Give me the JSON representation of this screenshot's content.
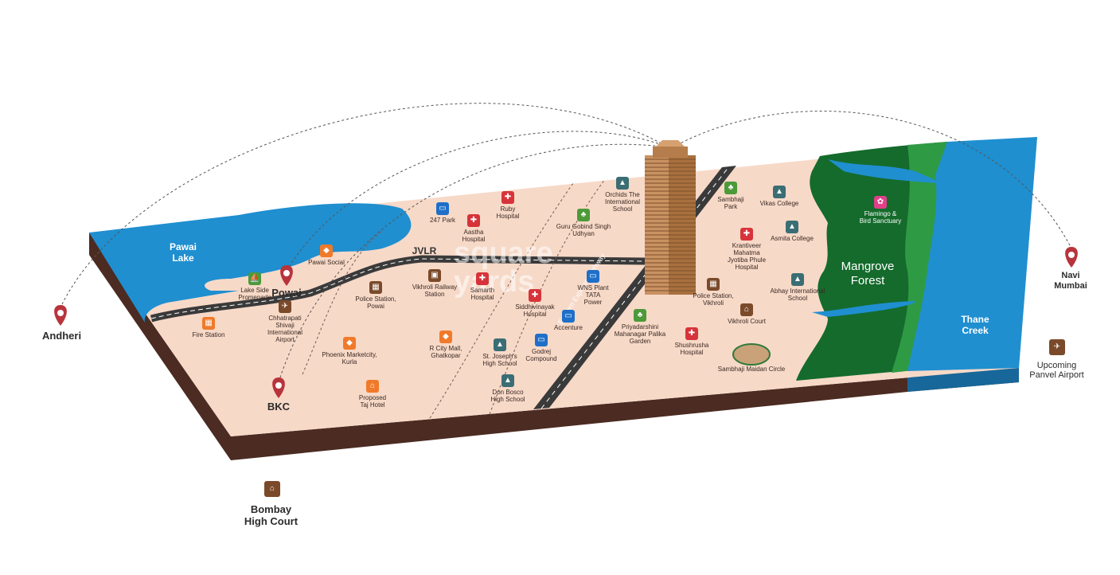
{
  "colors": {
    "land": "#f7d9c8",
    "land_side": "#4b2b22",
    "water": "#1f8fd0",
    "forest_dark": "#146b2c",
    "forest_light": "#2f9a44",
    "road": "#3a3a3a",
    "pin": "#b8343c",
    "icon_brown": "#7a4a2a",
    "icon_orange": "#f07a2a",
    "icon_red": "#d6343a",
    "icon_blue": "#1e6fc8",
    "icon_green": "#4c9a3a",
    "icon_teal": "#3a6e74"
  },
  "water_labels": {
    "pawai_lake": "Pawai\nLake",
    "thane_creek": "Thane\nCreek"
  },
  "forest_label": "Mangrove\nForest",
  "roads": {
    "jvlr": "JVLR",
    "eastern_express": "Eastern Express Highway"
  },
  "watermark": "square\nyards",
  "destinations": [
    {
      "id": "andheri",
      "label": "Andheri",
      "icon": "location-pin-icon"
    },
    {
      "id": "powai",
      "label": "Powai",
      "icon": "location-pin-icon"
    },
    {
      "id": "bkc",
      "label": "BKC",
      "icon": "location-pin-icon"
    },
    {
      "id": "navi-mumbai",
      "label": "Navi\nMumbai",
      "icon": "location-pin-icon"
    },
    {
      "id": "bombay-high-court",
      "label": "Bombay\nHigh Court",
      "icon": "court-icon"
    },
    {
      "id": "panvel-airport",
      "label": "Upcoming\nPanvel Airport",
      "icon": "airplane-icon"
    }
  ],
  "landmarks": [
    {
      "id": "pawai-social",
      "label": "Pawai Social",
      "icon": "shopping-bag-icon",
      "color": "orange"
    },
    {
      "id": "lake-side",
      "label": "Lake Side\nPromenade",
      "icon": "sailboat-icon",
      "color": "green"
    },
    {
      "id": "airport",
      "label": "Chhatrapati\nShivaji\nInternational\nAirport",
      "icon": "airplane-icon",
      "color": "brown"
    },
    {
      "id": "fire-station",
      "label": "Fire Station",
      "icon": "building-icon",
      "color": "orange"
    },
    {
      "id": "police-powai",
      "label": "Police Station,\nPowai",
      "icon": "building-icon",
      "color": "brown"
    },
    {
      "id": "phoenix",
      "label": "Phoenix Marketcity,\nKurla",
      "icon": "shopping-bag-icon",
      "color": "orange"
    },
    {
      "id": "taj",
      "label": "Proposed\nTaj Hotel",
      "icon": "hotel-icon",
      "color": "orange"
    },
    {
      "id": "247-park",
      "label": "247 Park",
      "icon": "monitor-icon",
      "color": "blue"
    },
    {
      "id": "aastha",
      "label": "Aastha\nHospital",
      "icon": "hospital-icon",
      "color": "red"
    },
    {
      "id": "ruby",
      "label": "Ruby\nHospital",
      "icon": "hospital-icon",
      "color": "red"
    },
    {
      "id": "vikhroli-rail",
      "label": "Vikhroli Railway\nStation",
      "icon": "train-icon",
      "color": "brown"
    },
    {
      "id": "samarth",
      "label": "Samarth\nHospital",
      "icon": "hospital-icon",
      "color": "red"
    },
    {
      "id": "r-city",
      "label": "R City Mall,\nGhatkopar",
      "icon": "shopping-bag-icon",
      "color": "orange"
    },
    {
      "id": "siddhivinayak",
      "label": "Siddhivinayak\nHospital",
      "icon": "hospital-icon",
      "color": "red"
    },
    {
      "id": "st-josephs",
      "label": "St. Joseph's\nHigh School",
      "icon": "school-icon",
      "color": "teal"
    },
    {
      "id": "godrej",
      "label": "Godrej\nCompound",
      "icon": "monitor-icon",
      "color": "blue"
    },
    {
      "id": "don-bosco",
      "label": "Don Bosco\nHigh School",
      "icon": "school-icon",
      "color": "teal"
    },
    {
      "id": "wns",
      "label": "WNS Plant\nTATA\nPower",
      "icon": "monitor-icon",
      "color": "blue"
    },
    {
      "id": "accenture",
      "label": "Accenture",
      "icon": "monitor-icon",
      "color": "blue"
    },
    {
      "id": "guru-gobind",
      "label": "Guru Gobind Singh\nUdhyan",
      "icon": "park-icon",
      "color": "green"
    },
    {
      "id": "orchids",
      "label": "Orchids The\nInternational\nSchool",
      "icon": "school-icon",
      "color": "teal"
    },
    {
      "id": "priyadarshini",
      "label": "Priyadarshini\nMahanagar Palika\nGarden",
      "icon": "park-icon",
      "color": "green"
    },
    {
      "id": "sambhaji-park",
      "label": "Sambhaji\nPark",
      "icon": "park-icon",
      "color": "green"
    },
    {
      "id": "vikas",
      "label": "Vikas College",
      "icon": "school-icon",
      "color": "teal"
    },
    {
      "id": "asmita",
      "label": "Asmita College",
      "icon": "school-icon",
      "color": "teal"
    },
    {
      "id": "krantiveer",
      "label": "Krantiveer\nMahatma\nJyotiba Phule\nHospital",
      "icon": "hospital-icon",
      "color": "red"
    },
    {
      "id": "abhay",
      "label": "Abhay International\nSchool",
      "icon": "school-icon",
      "color": "teal"
    },
    {
      "id": "police-vikhroli",
      "label": "Police Station,\nVikhroli",
      "icon": "building-icon",
      "color": "brown"
    },
    {
      "id": "vikhroli-court",
      "label": "Vikhroli Court",
      "icon": "court-icon",
      "color": "brown"
    },
    {
      "id": "shushrusha",
      "label": "Shushrusha\nHospital",
      "icon": "hospital-icon",
      "color": "red"
    },
    {
      "id": "sambhaji-maidan",
      "label": "Sambhaji Maidan Circle",
      "icon": "ground-icon",
      "color": "green"
    },
    {
      "id": "flamingo",
      "label": "Flamingo &\nBird Sanctuary",
      "icon": "bird-icon",
      "color": "pink"
    }
  ]
}
